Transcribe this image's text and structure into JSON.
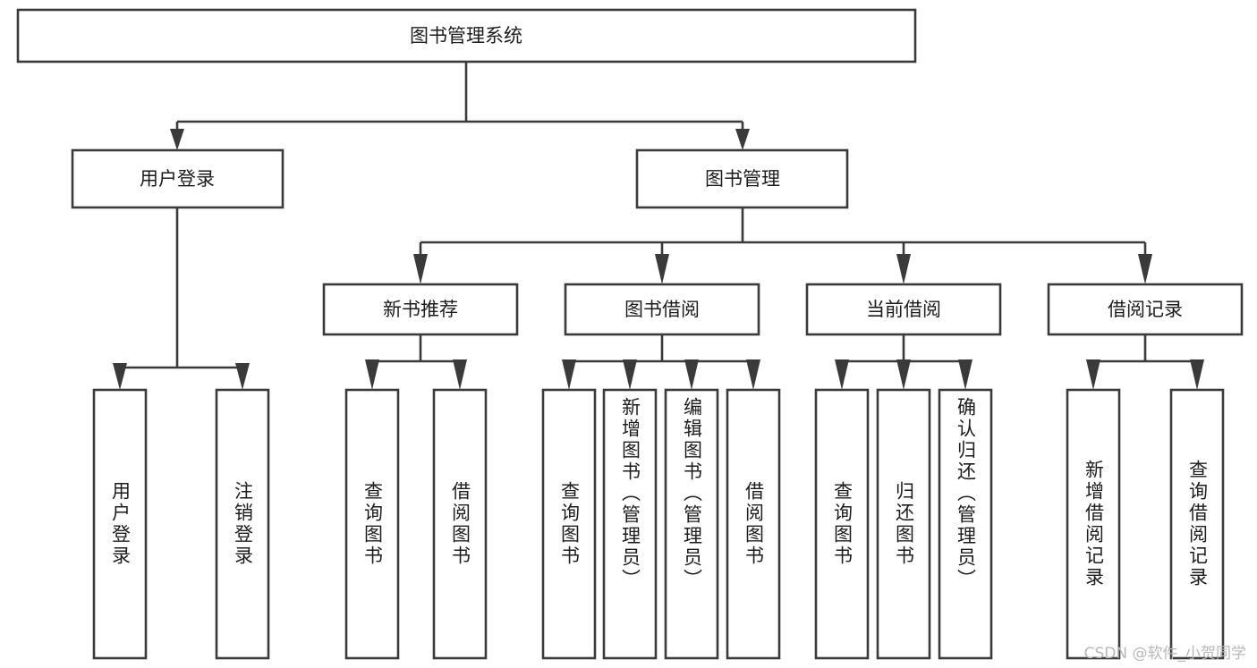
{
  "diagram": {
    "type": "tree-hierarchy",
    "root": {
      "id": "root",
      "label": "图书管理系统"
    },
    "level1": [
      {
        "id": "user-login",
        "label": "用户登录"
      },
      {
        "id": "book-management",
        "label": "图书管理"
      }
    ],
    "level2": [
      {
        "id": "new-book-recommend",
        "label": "新书推荐",
        "parent": "book-management"
      },
      {
        "id": "book-borrow",
        "label": "图书借阅",
        "parent": "book-management"
      },
      {
        "id": "current-borrow",
        "label": "当前借阅",
        "parent": "book-management"
      },
      {
        "id": "borrow-record",
        "label": "借阅记录",
        "parent": "book-management"
      }
    ],
    "leaves": [
      {
        "id": "leaf-user-login",
        "label": "用户登录",
        "parent": "user-login"
      },
      {
        "id": "leaf-logout-login",
        "label": "注销登录",
        "parent": "user-login"
      },
      {
        "id": "leaf-query-book-1",
        "label": "查询图书",
        "parent": "new-book-recommend"
      },
      {
        "id": "leaf-borrow-book-1",
        "label": "借阅图书",
        "parent": "new-book-recommend"
      },
      {
        "id": "leaf-query-book-2",
        "label": "查询图书",
        "parent": "book-borrow"
      },
      {
        "id": "leaf-add-book",
        "label": "新增图书（管理员）",
        "parent": "book-borrow"
      },
      {
        "id": "leaf-edit-book",
        "label": "编辑图书（管理员）",
        "parent": "book-borrow"
      },
      {
        "id": "leaf-borrow-book-2",
        "label": "借阅图书",
        "parent": "book-borrow"
      },
      {
        "id": "leaf-query-book-3",
        "label": "查询图书",
        "parent": "current-borrow"
      },
      {
        "id": "leaf-return-book",
        "label": "归还图书",
        "parent": "current-borrow"
      },
      {
        "id": "leaf-confirm-return",
        "label": "确认归还（管理员）",
        "parent": "current-borrow"
      },
      {
        "id": "leaf-add-record",
        "label": "新增借阅记录",
        "parent": "borrow-record"
      },
      {
        "id": "leaf-query-record",
        "label": "查询借阅记录",
        "parent": "borrow-record"
      }
    ],
    "colors": {
      "stroke": "#3a3a3a",
      "box_fill": "#ffffff",
      "text": "#1c1c1c",
      "background": "#ffffff",
      "watermark": "#b8b8b8"
    }
  },
  "watermark": {
    "text": "CSDN @软件_小贺同学"
  }
}
